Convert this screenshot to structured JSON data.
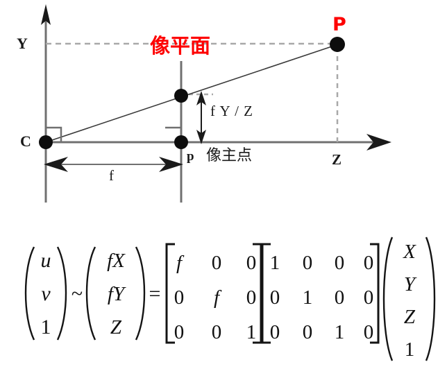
{
  "figure": {
    "title": "Pinhole camera perspective projection diagram with projection matrix equation",
    "diagram": {
      "axis_y_label": "Y",
      "axis_z_label": "Z",
      "camera_center_label": "C",
      "scene_point_label": "P",
      "image_point_label": "p",
      "focal_length_label": "f",
      "image_height_label": "f Y / Z",
      "image_plane_label": "像平面",
      "principal_point_label": "像主点",
      "colors": {
        "line": "#595959",
        "accent_red": "#fe0000",
        "dot": "#000000",
        "dashed": "#9a9a9a"
      }
    },
    "equation": {
      "lhs_vector": [
        "u",
        "v",
        "1"
      ],
      "similar_symbol": "~",
      "mid_vector": [
        "fX",
        "fY",
        "Z"
      ],
      "equals_symbol": "=",
      "intrinsic_matrix": [
        [
          "f",
          "0",
          "0"
        ],
        [
          "0",
          "f",
          "0"
        ],
        [
          "0",
          "0",
          "1"
        ]
      ],
      "extrinsic_matrix": [
        [
          "1",
          "0",
          "0",
          "0"
        ],
        [
          "0",
          "1",
          "0",
          "0"
        ],
        [
          "0",
          "0",
          "1",
          "0"
        ]
      ],
      "world_point_vector": [
        "X",
        "Y",
        "Z",
        "1"
      ]
    }
  }
}
